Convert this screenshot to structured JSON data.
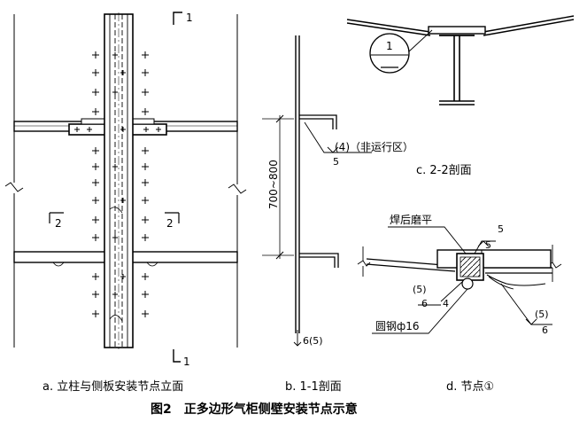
{
  "figure": {
    "title": "图2　正多边形气柜侧壁安装节点示意",
    "captions": {
      "a": "a. 立柱与侧板安装节点立面",
      "b": "b. 1-1剖面",
      "c": "c. 2-2剖面",
      "d": "d. 节点①"
    }
  },
  "panel_a": {
    "section_mark_top": "1",
    "section_mark_bottom": "1",
    "section_mark_left": "2",
    "section_mark_right": "2"
  },
  "panel_b": {
    "dimension": "700~800",
    "weld_size": "5",
    "weld_note": "(4)（非运行区）",
    "bottom_weld": "6(5)"
  },
  "panel_c": {
    "node_number": "1"
  },
  "panel_d": {
    "grind_note": "焊后磨平",
    "weld_top": "5",
    "weld_top_alt": "5",
    "weld_left_paren": "(5)",
    "weld_left_main": "6",
    "weld_left_small": "4",
    "round_bar": "圆钢ф16",
    "weld_right_paren": "(5)",
    "weld_right_main": "6"
  }
}
